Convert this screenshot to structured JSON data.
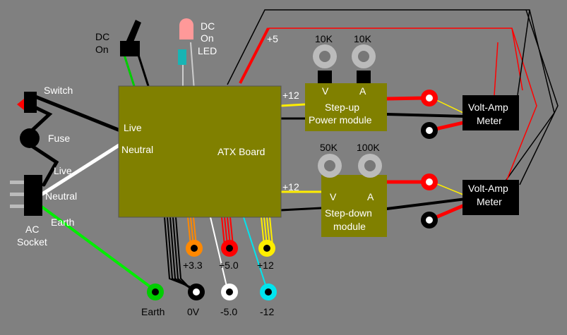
{
  "labels": {
    "dc_on": [
      "DC",
      "On"
    ],
    "dc_on_led": [
      "DC",
      "On",
      "LED"
    ],
    "switch": "Switch",
    "fuse": "Fuse",
    "live": "Live",
    "neutral": "Neutral",
    "ac_socket": [
      "AC",
      "Socket"
    ],
    "earth": "Earth",
    "atx_live": "Live",
    "atx_neutral": "Neutral",
    "atx_board": "ATX Board",
    "plus5": "+5",
    "plus12_up": "+12",
    "plus12_down": "+12",
    "pot_10k_v": "10K",
    "pot_10k_a": "10K",
    "v_up": "V",
    "a_up": "A",
    "step_up": [
      "Step-up",
      "Power module"
    ],
    "pot_50k": "50K",
    "pot_100k": "100K",
    "v_down": "V",
    "a_down": "A",
    "step_down": [
      "Step-down",
      "module"
    ],
    "meter_top": [
      "Volt-Amp",
      "Meter"
    ],
    "meter_bottom": [
      "Volt-Amp",
      "Meter"
    ],
    "term_33": "+3.3",
    "term_50": "+5.0",
    "term_12": "+12",
    "term_earth": "Earth",
    "term_0v": "0V",
    "term_m50": "-5.0",
    "term_m12": "-12"
  },
  "colors": {
    "background": "#808080",
    "board": "#808000",
    "earth": "#00cc00",
    "plus33": "#ff8800",
    "plus50": "#ff0000",
    "plus12": "#ffee00",
    "minus50": "#ffffff",
    "minus12": "#00e5ee",
    "zero": "#000000",
    "led": "#ff9999"
  }
}
